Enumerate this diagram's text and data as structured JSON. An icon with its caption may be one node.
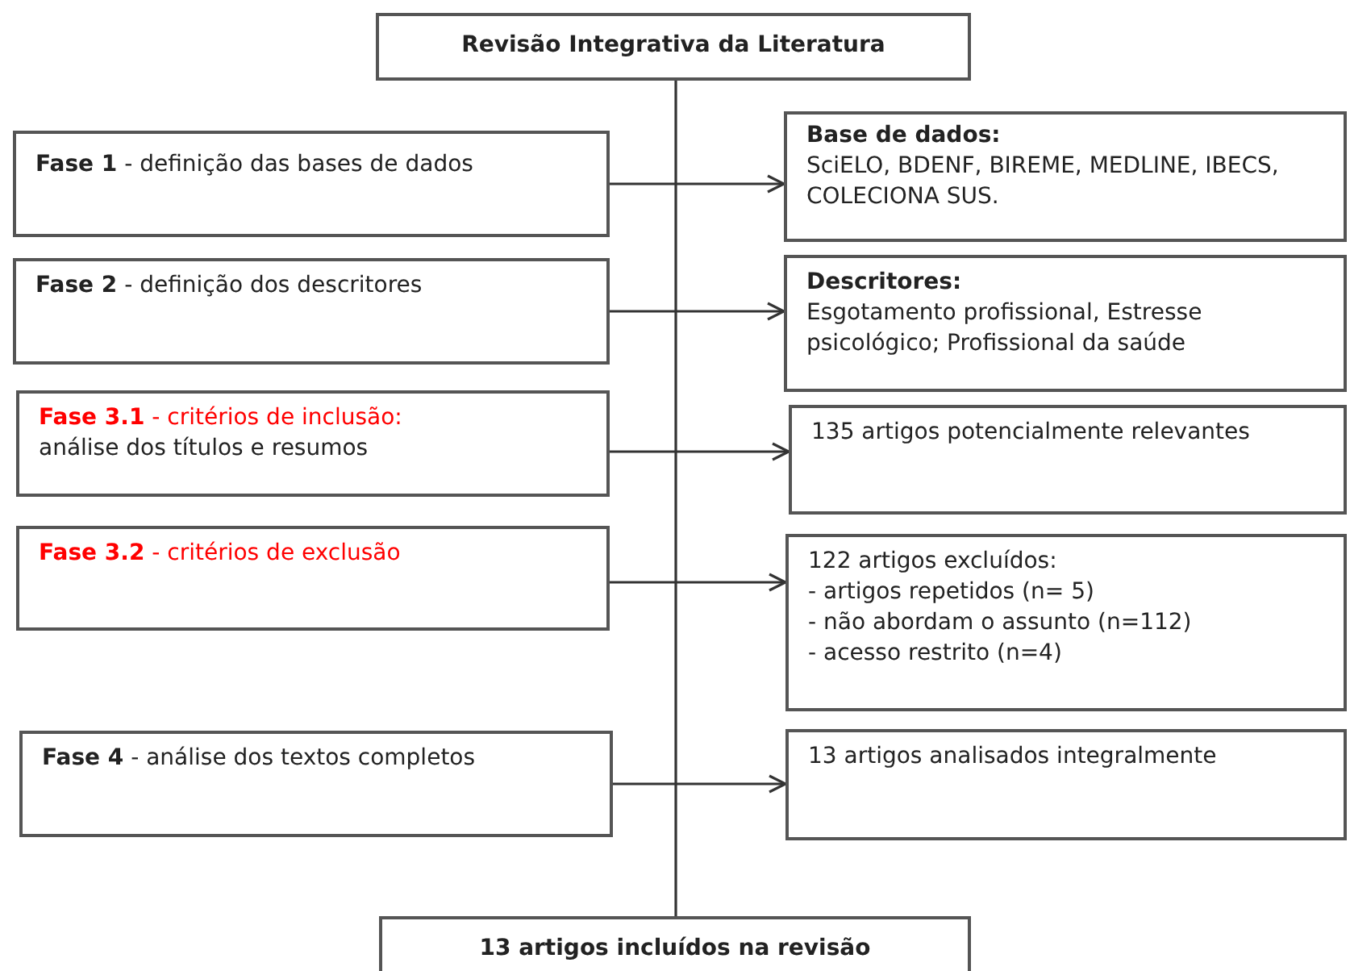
{
  "diagram": {
    "nodes": [
      {
        "text": [
          "Revisão Integrativa da Literatura"
        ]
      },
      {
        "text": [
          "**Fase 1** - definição das bases de dados"
        ]
      },
      {
        "text": [
          "Base de dados:",
          "SciELO, BDENF, BIREME, MEDLINE, IBECS, COLECIONA SUS."
        ]
      },
      {
        "text": [
          "**Fase 2** - definição dos descritores"
        ]
      },
      {
        "text": [
          "Descritores:",
          "Esgotamento profissional, Estresse psicológico; Profissional da saúde"
        ]
      },
      {
        "text": [
          "**Fase 3.1** - critérios de inclusão:",
          "análise dos títulos e resumos"
        ]
      },
      {
        "text": [
          "135 artigos potencialmente relevantes"
        ]
      },
      {
        "text": [
          "**Fase 3.2** - critérios de exclusão"
        ]
      },
      {
        "text": [
          "122 artigos excluídos:",
          "- artigos repetidos (n= 5)",
          "- não abordam o assunto (n=112)",
          "- acesso restrito (n=4)"
        ]
      },
      {
        "text": [
          "**Fase 4** - análise dos textos completos"
        ]
      },
      {
        "text": [
          "13 artigos analisados integralmente"
        ]
      },
      {
        "text": [
          "13 artigos incluídos na revisão"
        ]
      }
    ],
    "edges": [
      {
        "from": 0,
        "to": 11,
        "arrow": "none"
      },
      {
        "from": 1,
        "to": 2,
        "arrow": "to"
      },
      {
        "from": 3,
        "to": 4,
        "arrow": "to"
      },
      {
        "from": 5,
        "to": 6,
        "arrow": "to"
      },
      {
        "from": 7,
        "to": 8,
        "arrow": "to"
      },
      {
        "from": 9,
        "to": 10,
        "arrow": "to"
      }
    ]
  }
}
